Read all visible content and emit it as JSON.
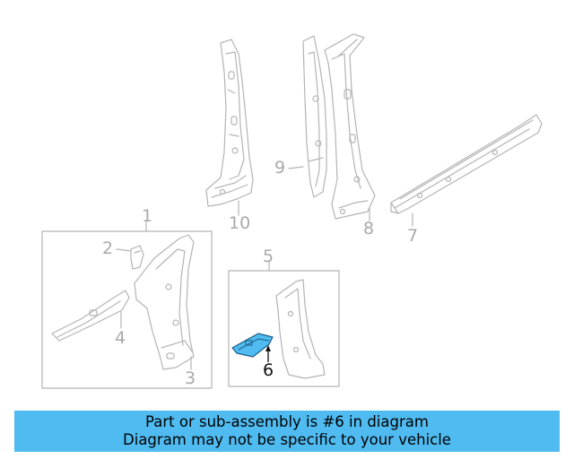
{
  "callouts": {
    "c1": "1",
    "c2": "2",
    "c3": "3",
    "c4": "4",
    "c5": "5",
    "c6": "6",
    "c7": "7",
    "c8": "8",
    "c9": "9",
    "c10": "10"
  },
  "highlight_part": "6",
  "colors": {
    "line": "#b4b4b4",
    "highlight_fill": "#4fbbf0",
    "banner": "#4fbbf0"
  },
  "banner": {
    "line1": "Part or sub-assembly is #6 in diagram",
    "line2": "Diagram may not be specific to your vehicle"
  }
}
